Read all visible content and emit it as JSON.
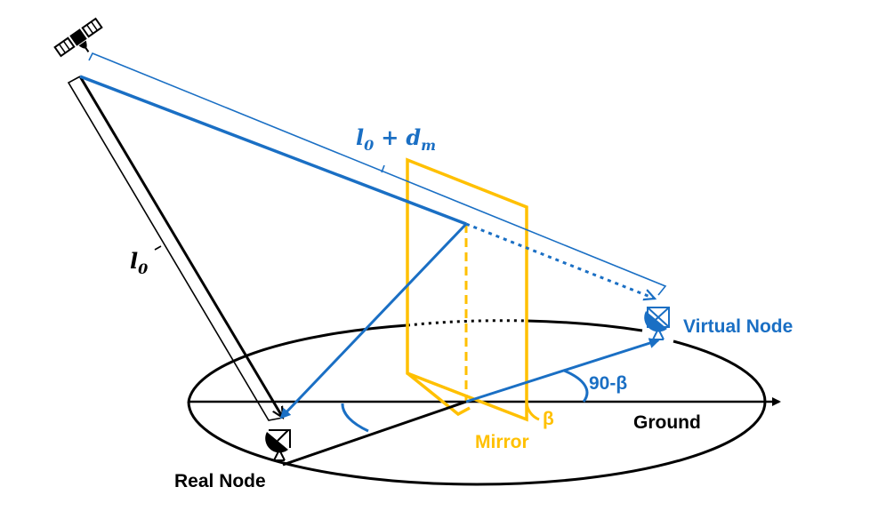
{
  "labels": {
    "l0_main": "l",
    "l0_sub": "0",
    "sum_l": "l",
    "sum_l_sub": "0",
    "sum_plus": "+",
    "sum_d": "d",
    "sum_d_sub": "m",
    "virtual_node": "Virtual Node",
    "angle_90_beta": "90-β",
    "beta": "β",
    "ground": "Ground",
    "mirror": "Mirror",
    "real_node": "Real Node"
  },
  "colors": {
    "blue": "#1a6fc4",
    "gold": "#ffc000",
    "black": "#000000"
  },
  "icons": {
    "satellite": "satellite-icon",
    "real_node": "dish-antenna-icon",
    "virtual_node": "dish-antenna-icon"
  }
}
